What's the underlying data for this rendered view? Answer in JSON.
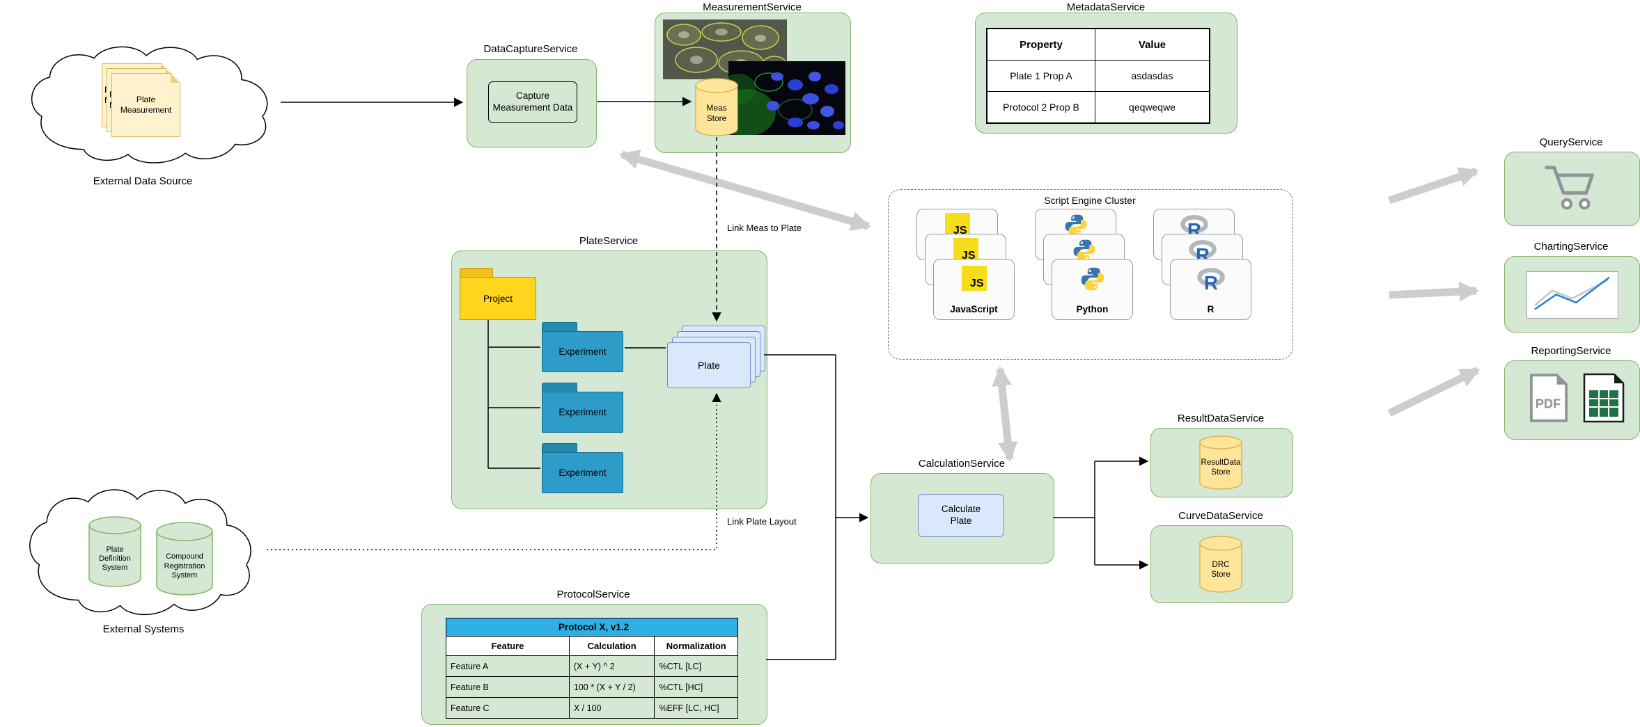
{
  "diagram": {
    "external_data_source": {
      "label": "External Data Source",
      "note": "Plate Measurement"
    },
    "data_capture": {
      "title": "DataCaptureService",
      "capture_box": "Capture Measurement Data"
    },
    "measurement": {
      "title": "MeasurementService",
      "store": "Meas Store"
    },
    "metadata": {
      "title": "MetadataService",
      "col_property": "Property",
      "col_value": "Value",
      "rows": [
        {
          "property": "Plate 1 Prop A",
          "value": "asdasdas"
        },
        {
          "property": "Protocol 2 Prop B",
          "value": "qeqweqwe"
        }
      ]
    },
    "edges": {
      "link_meas": "Link Meas to Plate",
      "link_layout": "Link Plate Layout"
    },
    "plate_service": {
      "title": "PlateService",
      "project": "Project",
      "experiment": "Experiment",
      "plate": "Plate"
    },
    "script_cluster": {
      "title": "Script Engine Cluster",
      "js_badge": "JS",
      "js_label": "JavaScript",
      "python_label": "Python",
      "r_label": "R",
      "r_letter": "R"
    },
    "calculation": {
      "title": "CalculationService",
      "calc_box": "Calculate Plate"
    },
    "result_data": {
      "title": "ResultDataService",
      "store": "ResultData Store"
    },
    "curve_data": {
      "title": "CurveDataService",
      "store": "DRC Store"
    },
    "protocol": {
      "title": "ProtocolService",
      "table_title": "Protocol X, v1.2",
      "col_feature": "Feature",
      "col_calculation": "Calculation",
      "col_normalization": "Normalization",
      "rows": [
        {
          "feature": "Feature A",
          "calculation": "(X + Y) ^ 2",
          "normalization": "%CTL [LC]"
        },
        {
          "feature": "Feature B",
          "calculation": "100 * (X + Y / 2)",
          "normalization": "%CTL [HC]"
        },
        {
          "feature": "Feature C",
          "calculation": "X / 100",
          "normalization": "%EFF [LC, HC]"
        }
      ]
    },
    "external_systems": {
      "label": "External Systems",
      "plate_def": "Plate Definition System",
      "compound_reg": "Compound Registration System"
    },
    "query": {
      "title": "QueryService"
    },
    "charting": {
      "title": "ChartingService"
    },
    "reporting": {
      "title": "ReportingService",
      "pdf_label": "PDF"
    }
  },
  "icons": {
    "query": "shopping-cart-icon",
    "charting": "line-chart-icon",
    "reporting": [
      "pdf-icon",
      "spreadsheet-icon"
    ],
    "script_stacks": [
      "javascript-icon",
      "python-icon",
      "r-icon"
    ],
    "stores": "database-cylinder-icon",
    "measurement_images": [
      "cell-microscopy-image",
      "fluorescence-microscopy-image"
    ]
  },
  "colors": {
    "service_fill": "#d5e8d4",
    "service_border": "#82b366",
    "note_fill": "#fff2cc",
    "note_border": "#d6b656",
    "cylinder_yellow": "#ffe599",
    "folder_yellow": "#ffd51e",
    "folder_blue": "#2d9cc8",
    "plate_fill": "#dae8fc",
    "plate_border": "#6c8ebf",
    "protocol_header": "#2eb0e4",
    "fat_arrow_gray": "#cdcdcd",
    "js_yellow": "#f5de19",
    "python_blue": "#3776ab",
    "python_yellow": "#ffd43b",
    "r_blue": "#1f65b8",
    "excel_green": "#1e7145"
  }
}
